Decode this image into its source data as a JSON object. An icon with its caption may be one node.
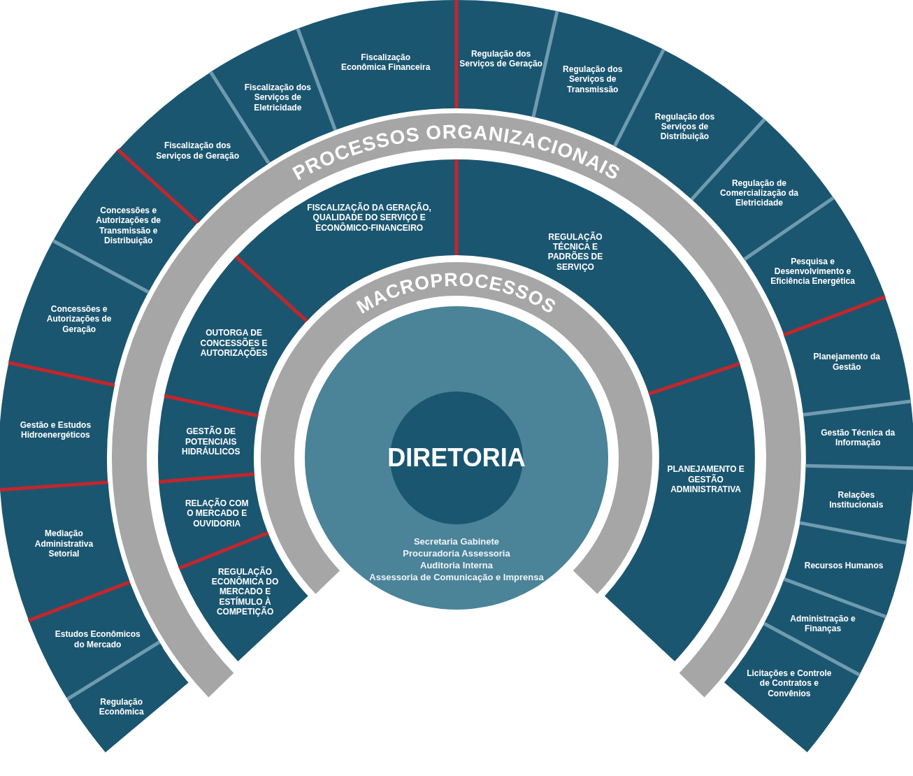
{
  "diagram": {
    "nodes": [
      {
        "text": [
          "Secretaria Gabinete",
          "Procuradoria Assessoria",
          "Auditoria Interna",
          "Assessoria de Comunicação e Imprensa"
        ]
      },
      {
        "text": [
          "DIRETORIA"
        ],
        "in": 0
      },
      {
        "text": [
          "MACROPROCESSOS"
        ]
      },
      {
        "text": [
          "PROCESSOS ORGANIZACIONAIS"
        ]
      },
      {
        "text": [
          "REGULAÇÃO ECONÔMICA DO MERCADO E ESTÍMULO À COMPETIÇÃO"
        ]
      },
      {
        "text": [
          "RELAÇÃO COM O MERCADO E OUVIDORIA"
        ]
      },
      {
        "text": [
          "GESTÃO DE POTENCIAIS HIDRÁULICOS"
        ]
      },
      {
        "text": [
          "OUTORGA DE CONCESSÕES E AUTORIZAÇÕES"
        ]
      },
      {
        "text": [
          "FISCALIZAÇÃO DA GERAÇÃO, QUALIDADE DO SERVIÇO E ECONÔMICO-FINANCEIRO"
        ]
      },
      {
        "text": [
          "REGULAÇÃO TÉCNICA E PADRÕES DE SERVIÇO"
        ]
      },
      {
        "text": [
          "PLANEJAMENTO E GESTÃO ADMINISTRATIVA"
        ]
      },
      {
        "text": [
          "Regulação Econômica"
        ]
      },
      {
        "text": [
          "Estudos Econômicos do Mercado"
        ]
      },
      {
        "text": [
          "Mediação Administrativa Setorial"
        ]
      },
      {
        "text": [
          "Gestão e Estudos Hidroenergéticos"
        ]
      },
      {
        "text": [
          "Concessões e Autorizações de Geração"
        ]
      },
      {
        "text": [
          "Concessões e Autorizações de Transmissão e Distribuição"
        ]
      },
      {
        "text": [
          "Fiscalização dos Serviços de Geração"
        ]
      },
      {
        "text": [
          "Fiscalização dos Serviços de Eletricidade"
        ]
      },
      {
        "text": [
          "Fiscalização Econômica Financeira"
        ]
      },
      {
        "text": [
          "Regulação dos Serviços de Geração"
        ]
      },
      {
        "text": [
          "Regulação dos Serviços de Transmissão"
        ]
      },
      {
        "text": [
          "Regulação dos Serviços de Distribuição"
        ]
      },
      {
        "text": [
          "Regulação de Comercialização da Eletricidade"
        ]
      },
      {
        "text": [
          "Pesquisa e Desenvolvimento e Eficiência Energética"
        ]
      },
      {
        "text": [
          "Planejamento da Gestão"
        ]
      },
      {
        "text": [
          "Gestão Técnica da Informação"
        ]
      },
      {
        "text": [
          "Relações Institucionais"
        ]
      },
      {
        "text": [
          "Recursos Humanos"
        ]
      },
      {
        "text": [
          "Administração e Finanças"
        ]
      },
      {
        "text": [
          "Licitações e Controle de Contratos e Convênios"
        ]
      }
    ]
  }
}
